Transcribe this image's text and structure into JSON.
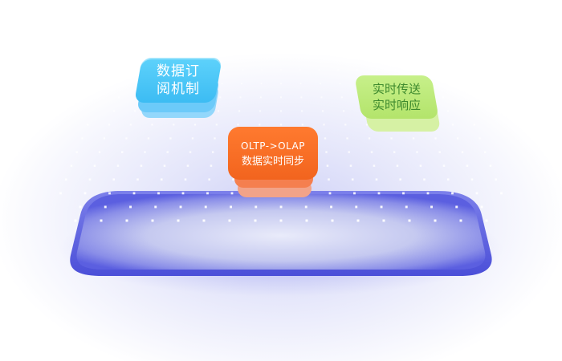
{
  "cards": {
    "subscription": {
      "line1": "数据订",
      "line2": "阅机制"
    },
    "sync": {
      "line1": "OLTP->OLAP",
      "line2": "数据实时同步"
    },
    "realtime": {
      "line1": "实时传送",
      "line2": "实时响应"
    }
  },
  "colors": {
    "platform": "#5b5fe0",
    "platform_light": "#c9cdf2",
    "subscription_card": "#3cbcf3",
    "sync_card": "#f2641e",
    "realtime_card": "#b3e46b",
    "realtime_text": "#3e8a2e",
    "grid_dots": "#ffffff"
  }
}
